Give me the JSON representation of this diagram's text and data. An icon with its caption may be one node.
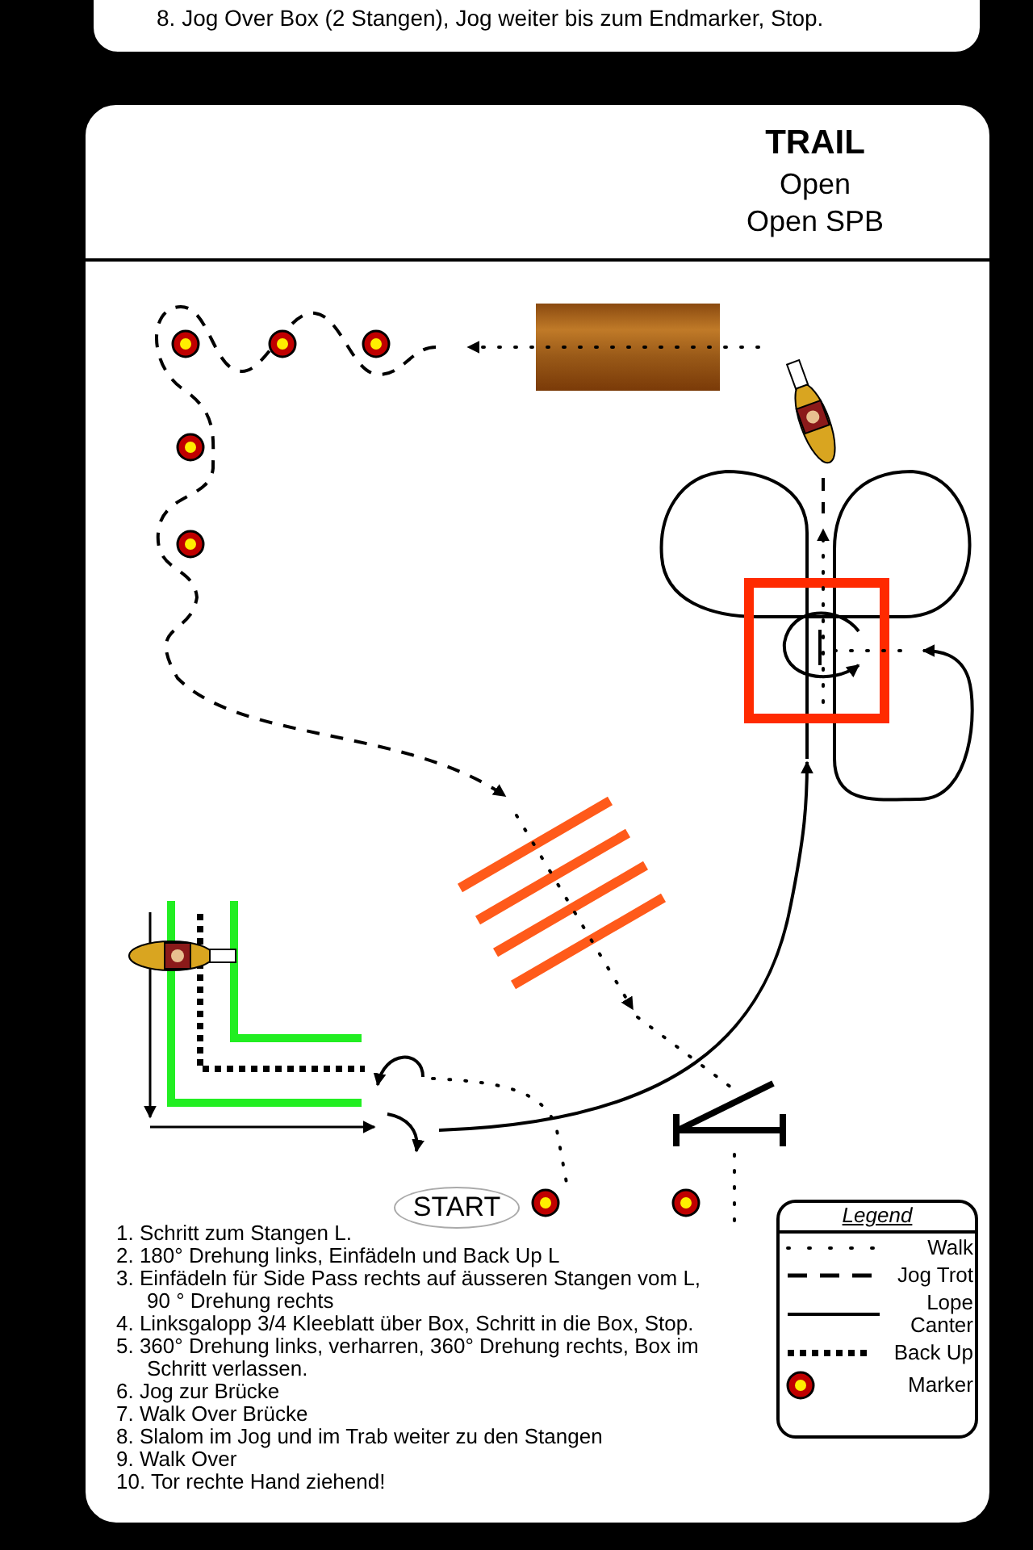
{
  "diagram": {
    "title": "TRAIL",
    "nodes": [
      {
        "text": [
          "START"
        ]
      }
    ],
    "labels": [
      "8. Jog Over Box (2 Stangen), Jog weiter bis zum Endmarker, Stop.",
      "Open",
      "Open SPB",
      "Legend",
      "1. Schritt zum Stangen L.",
      "2. 180° Drehung links, Einfädeln und Back Up L",
      "3. Einfädeln für Side Pass rechts auf äusseren Stangen vom L, 90 ° Drehung rechts",
      "4. Linksgalopp 3/4 Kleeblatt über Box, Schritt in die Box, Stop.",
      "5. 360° Drehung links, verharren, 360° Drehung rechts, Box im Schritt verlassen.",
      "6. Jog zur Brücke",
      "7. Walk Over Brücke",
      "8. Slalom im Jog und im Trab weiter zu den Stangen",
      "9. Walk Over",
      "10. Tor rechte Hand ziehend!"
    ],
    "legend": [
      {
        "text": "Walk"
      },
      {
        "text": "Jog Trot"
      },
      {
        "text": "Lope Canter"
      },
      {
        "text": "Back Up"
      },
      {
        "text": "Marker"
      }
    ]
  }
}
